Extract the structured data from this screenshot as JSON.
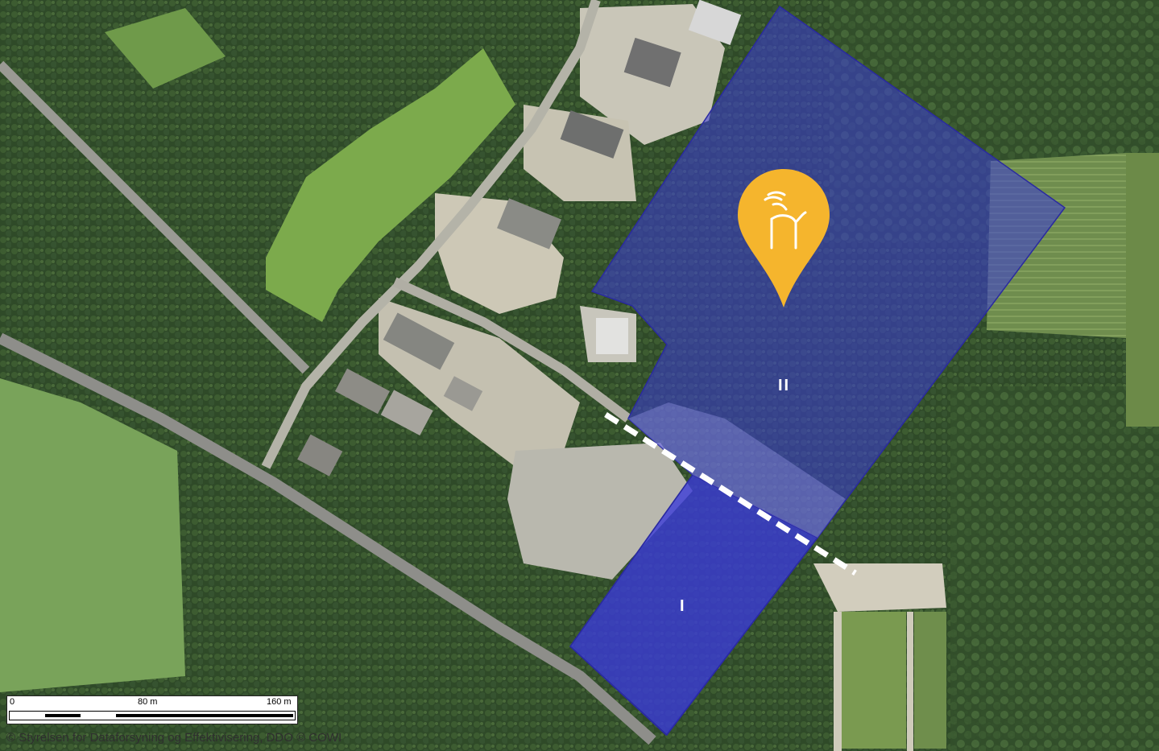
{
  "map": {
    "zones": [
      {
        "label": "II"
      },
      {
        "label": "I"
      }
    ],
    "zone_fill_color": "#3a3ad8",
    "pin_color": "#f5b52d",
    "pin_icon": "deer-icon",
    "boundary_line_color": "#ffffff"
  },
  "scale_bar": {
    "labels": [
      "0",
      "80 m",
      "160 m"
    ]
  },
  "attribution": "© Styrelsen for Dataforsyning og Effektivisering, DDO © COWI"
}
